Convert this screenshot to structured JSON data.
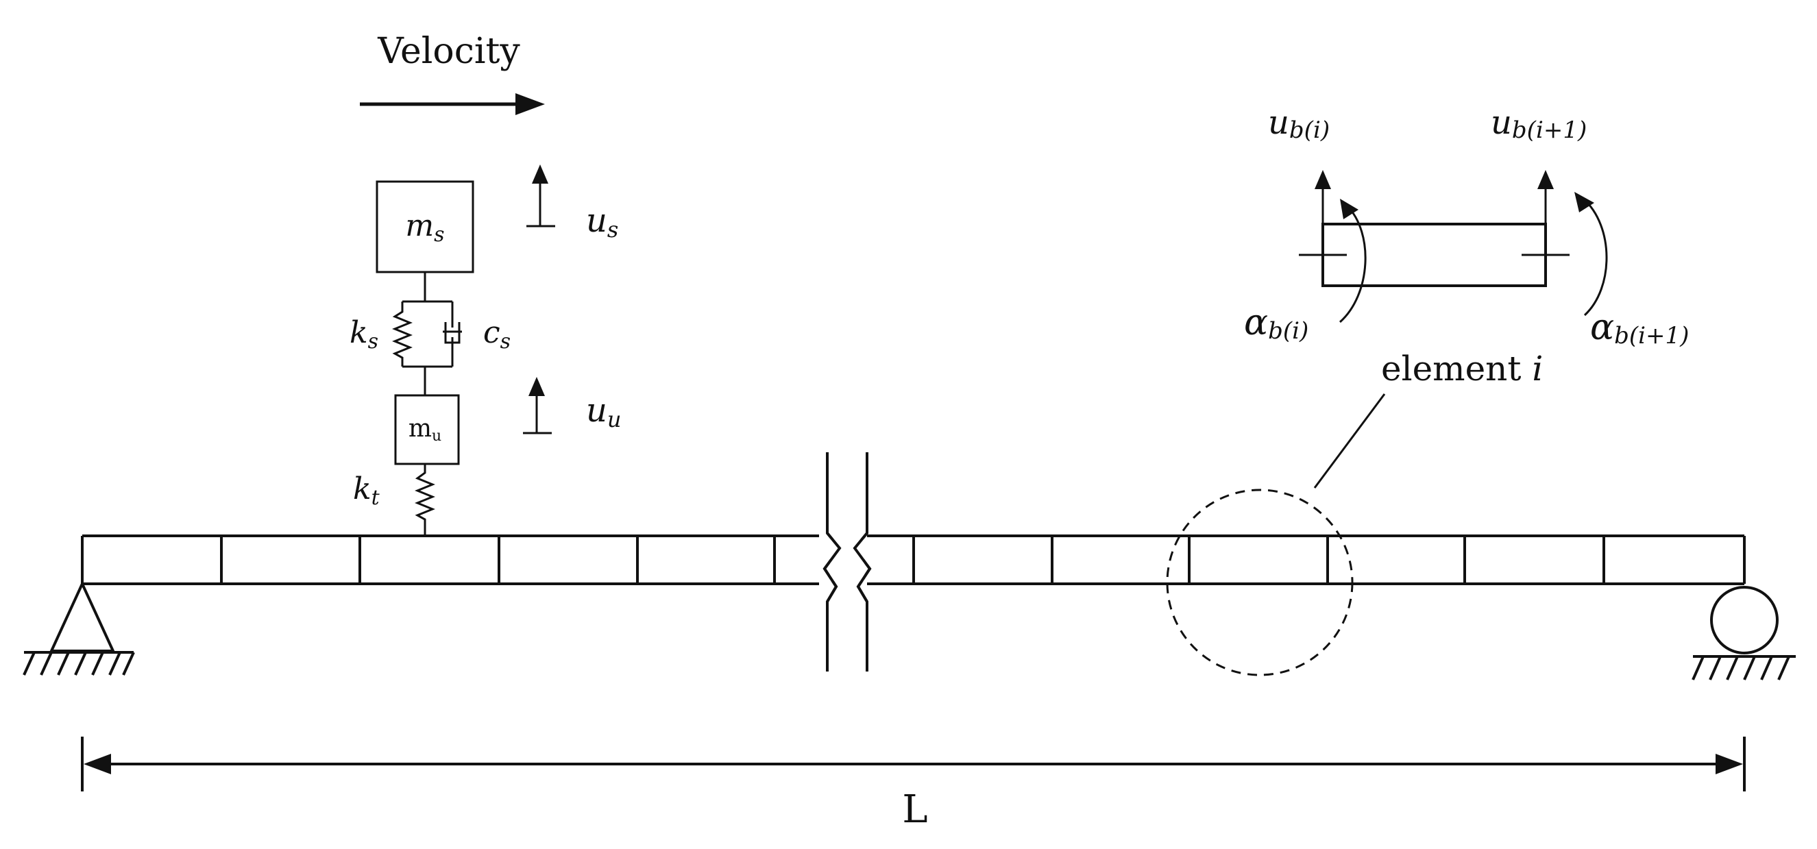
{
  "labels": {
    "velocity": "Velocity",
    "mass_sprung": "m",
    "mass_sprung_sub": "s",
    "mass_unsprung": "m",
    "mass_unsprung_sub": "u",
    "disp_sprung": "u",
    "disp_sprung_sub": "s",
    "disp_unsprung": "u",
    "disp_unsprung_sub": "u",
    "spring_susp": "k",
    "spring_susp_sub": "s",
    "damper_susp": "c",
    "damper_susp_sub": "s",
    "spring_tire": "k",
    "spring_tire_sub": "t",
    "node_disp_i": "u",
    "node_disp_i_sub": "b(i)",
    "node_disp_i1": "u",
    "node_disp_i1_sub": "b(i+1)",
    "node_rot_i": "α",
    "node_rot_i_sub": "b(i)",
    "node_rot_i1": "α",
    "node_rot_i1_sub": "b(i+1)",
    "element_label": "element ",
    "element_index": "i",
    "span": "L"
  },
  "colors": {
    "line": "#111111",
    "background": "#ffffff"
  }
}
